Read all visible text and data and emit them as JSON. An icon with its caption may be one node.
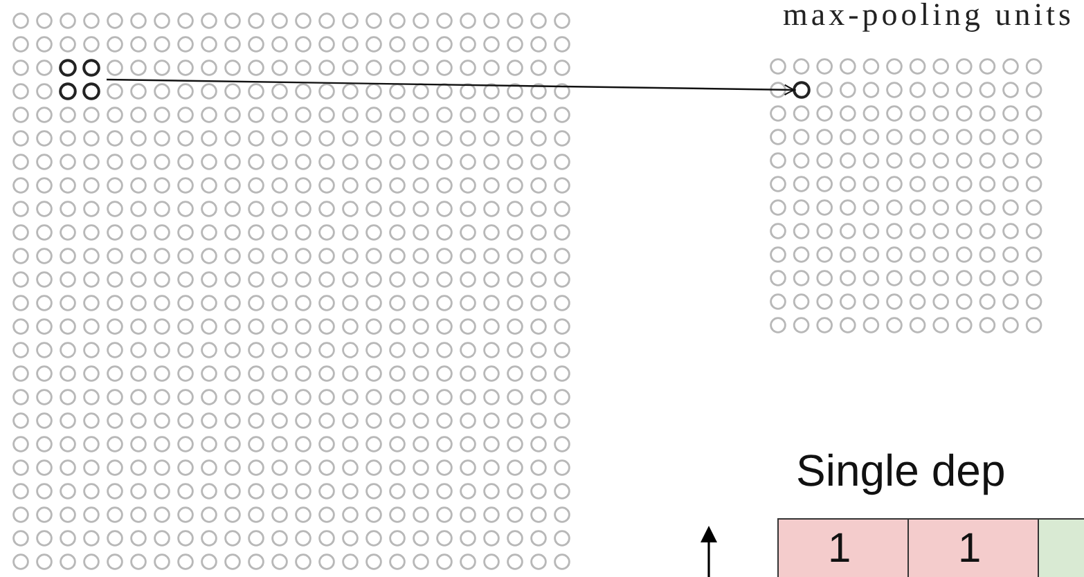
{
  "diagram": {
    "nodes": [
      {
        "text": [
          "max-pooling units"
        ]
      },
      {
        "text": [],
        "shape": "circle"
      },
      {
        "text": [],
        "shape": "circle",
        "in": 0
      }
    ],
    "edges": [
      {
        "from": 1,
        "to": 2,
        "arrow": "to"
      }
    ],
    "labels": [
      "Single dep",
      "1",
      "1"
    ]
  }
}
